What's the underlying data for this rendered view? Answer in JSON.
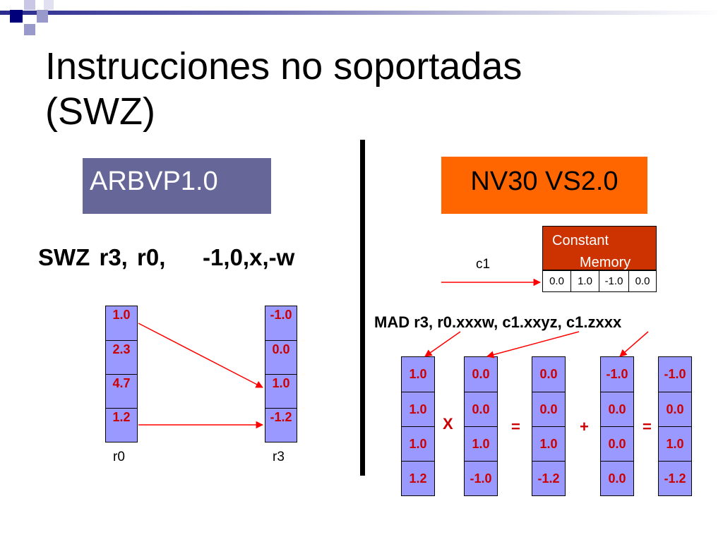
{
  "slide": {
    "title_line1": "Instrucciones no soportadas",
    "title_line2": "(SWZ)"
  },
  "left": {
    "heading": "ARBVP1.0",
    "instruction": "SWZ r3, r0,    -1,0,x,-w",
    "r0": {
      "label": "r0",
      "values": [
        "1.0",
        "2.3",
        "4.7",
        "1.2"
      ]
    },
    "r3": {
      "label": "r3",
      "values": [
        "-1.0",
        "0.0",
        "1.0",
        "-1.2"
      ]
    }
  },
  "right": {
    "heading": "NV30 VS2.0",
    "c1_label": "c1",
    "constant_memory": {
      "line1": "Constant",
      "line2": "Memory",
      "values": [
        "0.0",
        "1.0",
        "-1.0",
        "0.0"
      ]
    },
    "instruction": "MAD r3, r0.xxxw, c1.xxyz, c1.zxxx",
    "columns": [
      [
        "1.0",
        "1.0",
        "1.0",
        "1.2"
      ],
      [
        "0.0",
        "0.0",
        "1.0",
        "-1.0"
      ],
      [
        "0.0",
        "0.0",
        "1.0",
        "-1.2"
      ],
      [
        "-1.0",
        "0.0",
        "0.0",
        "0.0"
      ],
      [
        "-1.0",
        "0.0",
        "1.0",
        "-1.2"
      ]
    ],
    "operators": [
      "X",
      "=",
      "+",
      "="
    ]
  },
  "colors": {
    "arb_box": "#666699",
    "nv_box": "#ff6600",
    "cell_fill": "#9999ff",
    "cell_text": "#cc0000",
    "constant_memory_header": "#cc3300",
    "arrow": "#ff0000"
  }
}
